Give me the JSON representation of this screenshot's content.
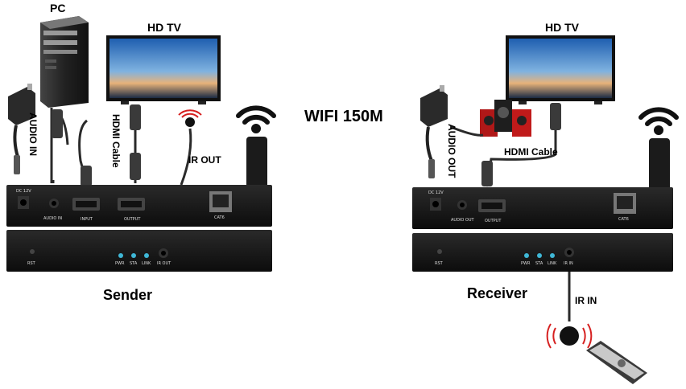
{
  "title": "WIFI 150M",
  "sender": {
    "caption": "Sender",
    "pc_label": "PC",
    "tv_label": "HD TV",
    "audio_label": "AUDIO IN",
    "hdmi_label": "HDMI Cable",
    "ir_label": "IR OUT",
    "ports_top": {
      "dc": "DC 12V",
      "audio": "AUDIO IN",
      "input": "INPUT",
      "output": "OUTPUT",
      "cat": "CAT6"
    },
    "ports_bottom": {
      "rst": "RST",
      "pwr": "PWR",
      "sta": "STA",
      "link": "LINK",
      "ir": "IR OUT"
    }
  },
  "receiver": {
    "caption": "Receiver",
    "tv_label": "HD TV",
    "audio_label": "AUDIO OUT",
    "hdmi_label": "HDMI Cable",
    "ir_label": "IR IN",
    "ports_top": {
      "dc": "DC 12V",
      "audio": "AUDIO OUT",
      "output": "OUTPUT",
      "cat": "CAT6"
    },
    "ports_bottom": {
      "rst": "RST",
      "pwr": "PWR",
      "sta": "STA",
      "link": "LINK",
      "ir": "IR IN"
    }
  },
  "colors": {
    "device_body": "#161616",
    "led": "#3fb7d6",
    "signal": "#d62020",
    "screen_sky": "#2f6db3"
  }
}
